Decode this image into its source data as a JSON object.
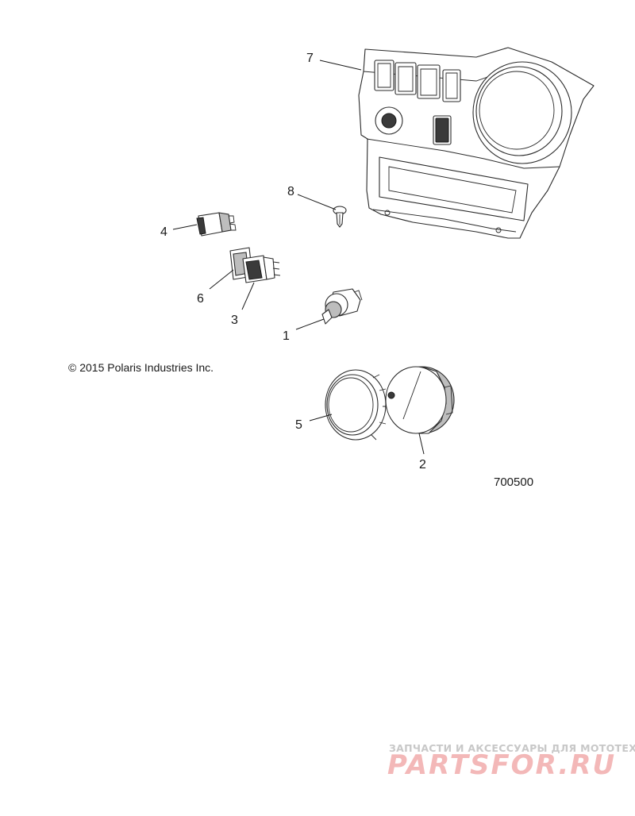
{
  "diagram": {
    "callouts": {
      "c1": "1",
      "c2": "2",
      "c3": "3",
      "c4": "4",
      "c5": "5",
      "c6": "6",
      "c7": "7",
      "c8": "8"
    },
    "copyright": "© 2015 Polaris Industries Inc.",
    "figure_number": "700500"
  },
  "watermark": {
    "tagline": "ЗАПЧАСТИ И АКСЕССУАРЫ ДЛЯ МОТОТЕХНИКИ",
    "brand": "PARTSFOR.RU",
    "colors": {
      "tagline": "#c8c8c8",
      "brand": "#f3b8b8"
    }
  }
}
